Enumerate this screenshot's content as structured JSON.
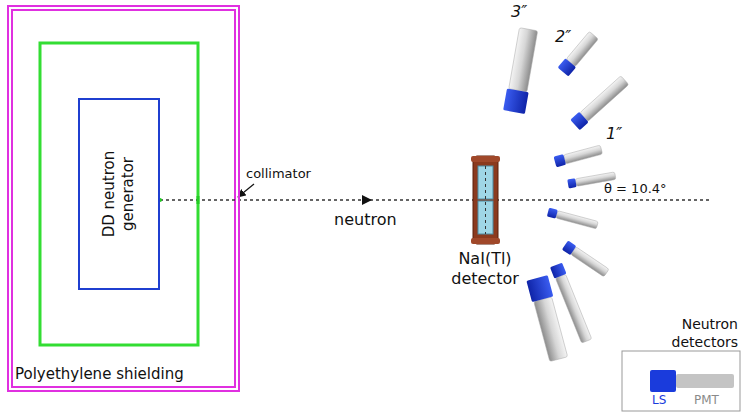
{
  "diagram": {
    "nodes": [
      {
        "text": [
          "Polyethylene shielding"
        ]
      },
      {
        "text": [
          "DD neutron generator"
        ],
        "in": 0
      }
    ],
    "labels": [
      "collimator",
      "neutron",
      "NaI(Tl) detector",
      "3″",
      "2″",
      "1″",
      "θ = 10.4°",
      "Neutron detectors"
    ],
    "legend": [
      {
        "text": "LS",
        "color": "#1a3bdc"
      },
      {
        "text": "PMT",
        "color": "#c4c4c4"
      }
    ]
  }
}
